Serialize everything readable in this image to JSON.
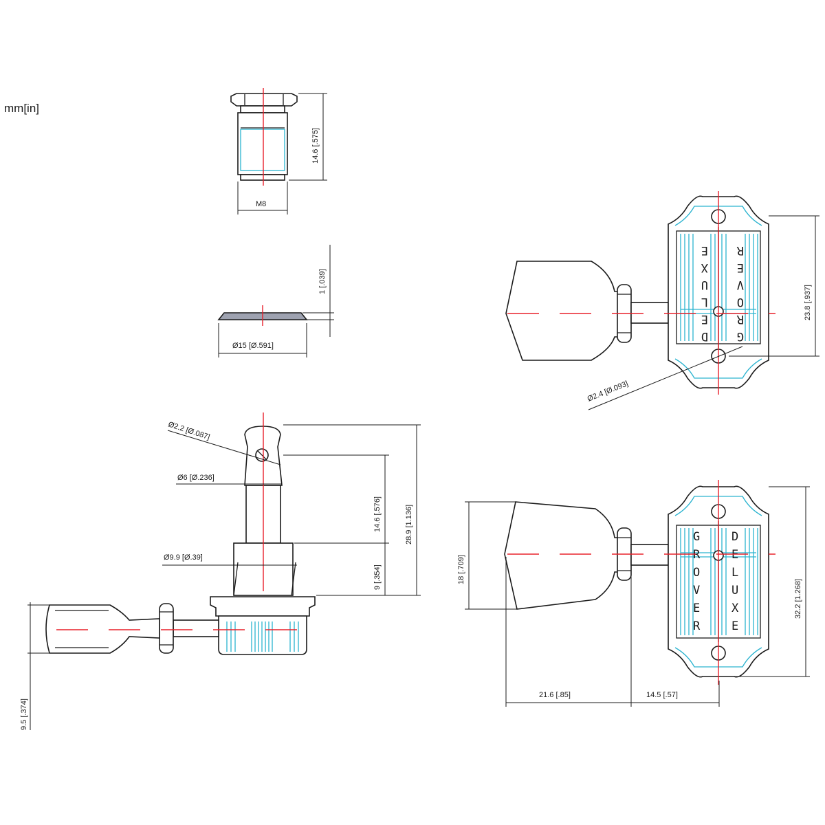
{
  "units": "mm[in]",
  "colors": {
    "centerline": "#e8202a",
    "accent": "#2ab3cf",
    "line": "#1a1a1a"
  },
  "bushing": {
    "height": "14.6 [.575]",
    "thread": "M8"
  },
  "washer": {
    "thickness": "1 [.039]",
    "diameter": "Ø15 [Ø.591]"
  },
  "side_view": {
    "hole_dia": "Ø2.2 [Ø.087]",
    "post_dia": "Ø6 [Ø.236]",
    "hole_to_base": "14.6 [.576]",
    "total_height": "28.9 [1.136]",
    "collar_dia": "Ø9.9 [Ø.39]",
    "collar_height": "9 [.354]",
    "button_offset": "9.5 [.374]"
  },
  "rear_view": {
    "width": "23.8 [.937]",
    "hole_dia": "Ø2.4 [Ø.093]",
    "brand_top": [
      "G",
      "R",
      "O",
      "V",
      "E",
      "R"
    ],
    "brand_bottom": [
      "D",
      "E",
      "L",
      "U",
      "X",
      "E"
    ]
  },
  "front_view": {
    "height": "32.2 [1.268]",
    "button_width": "18 [.709]",
    "button_length": "21.6 [.85]",
    "shaft_length": "14.5 [.57]",
    "brand_left": [
      "G",
      "R",
      "O",
      "V",
      "E",
      "R"
    ],
    "brand_right": [
      "D",
      "E",
      "L",
      "U",
      "X",
      "E"
    ]
  }
}
